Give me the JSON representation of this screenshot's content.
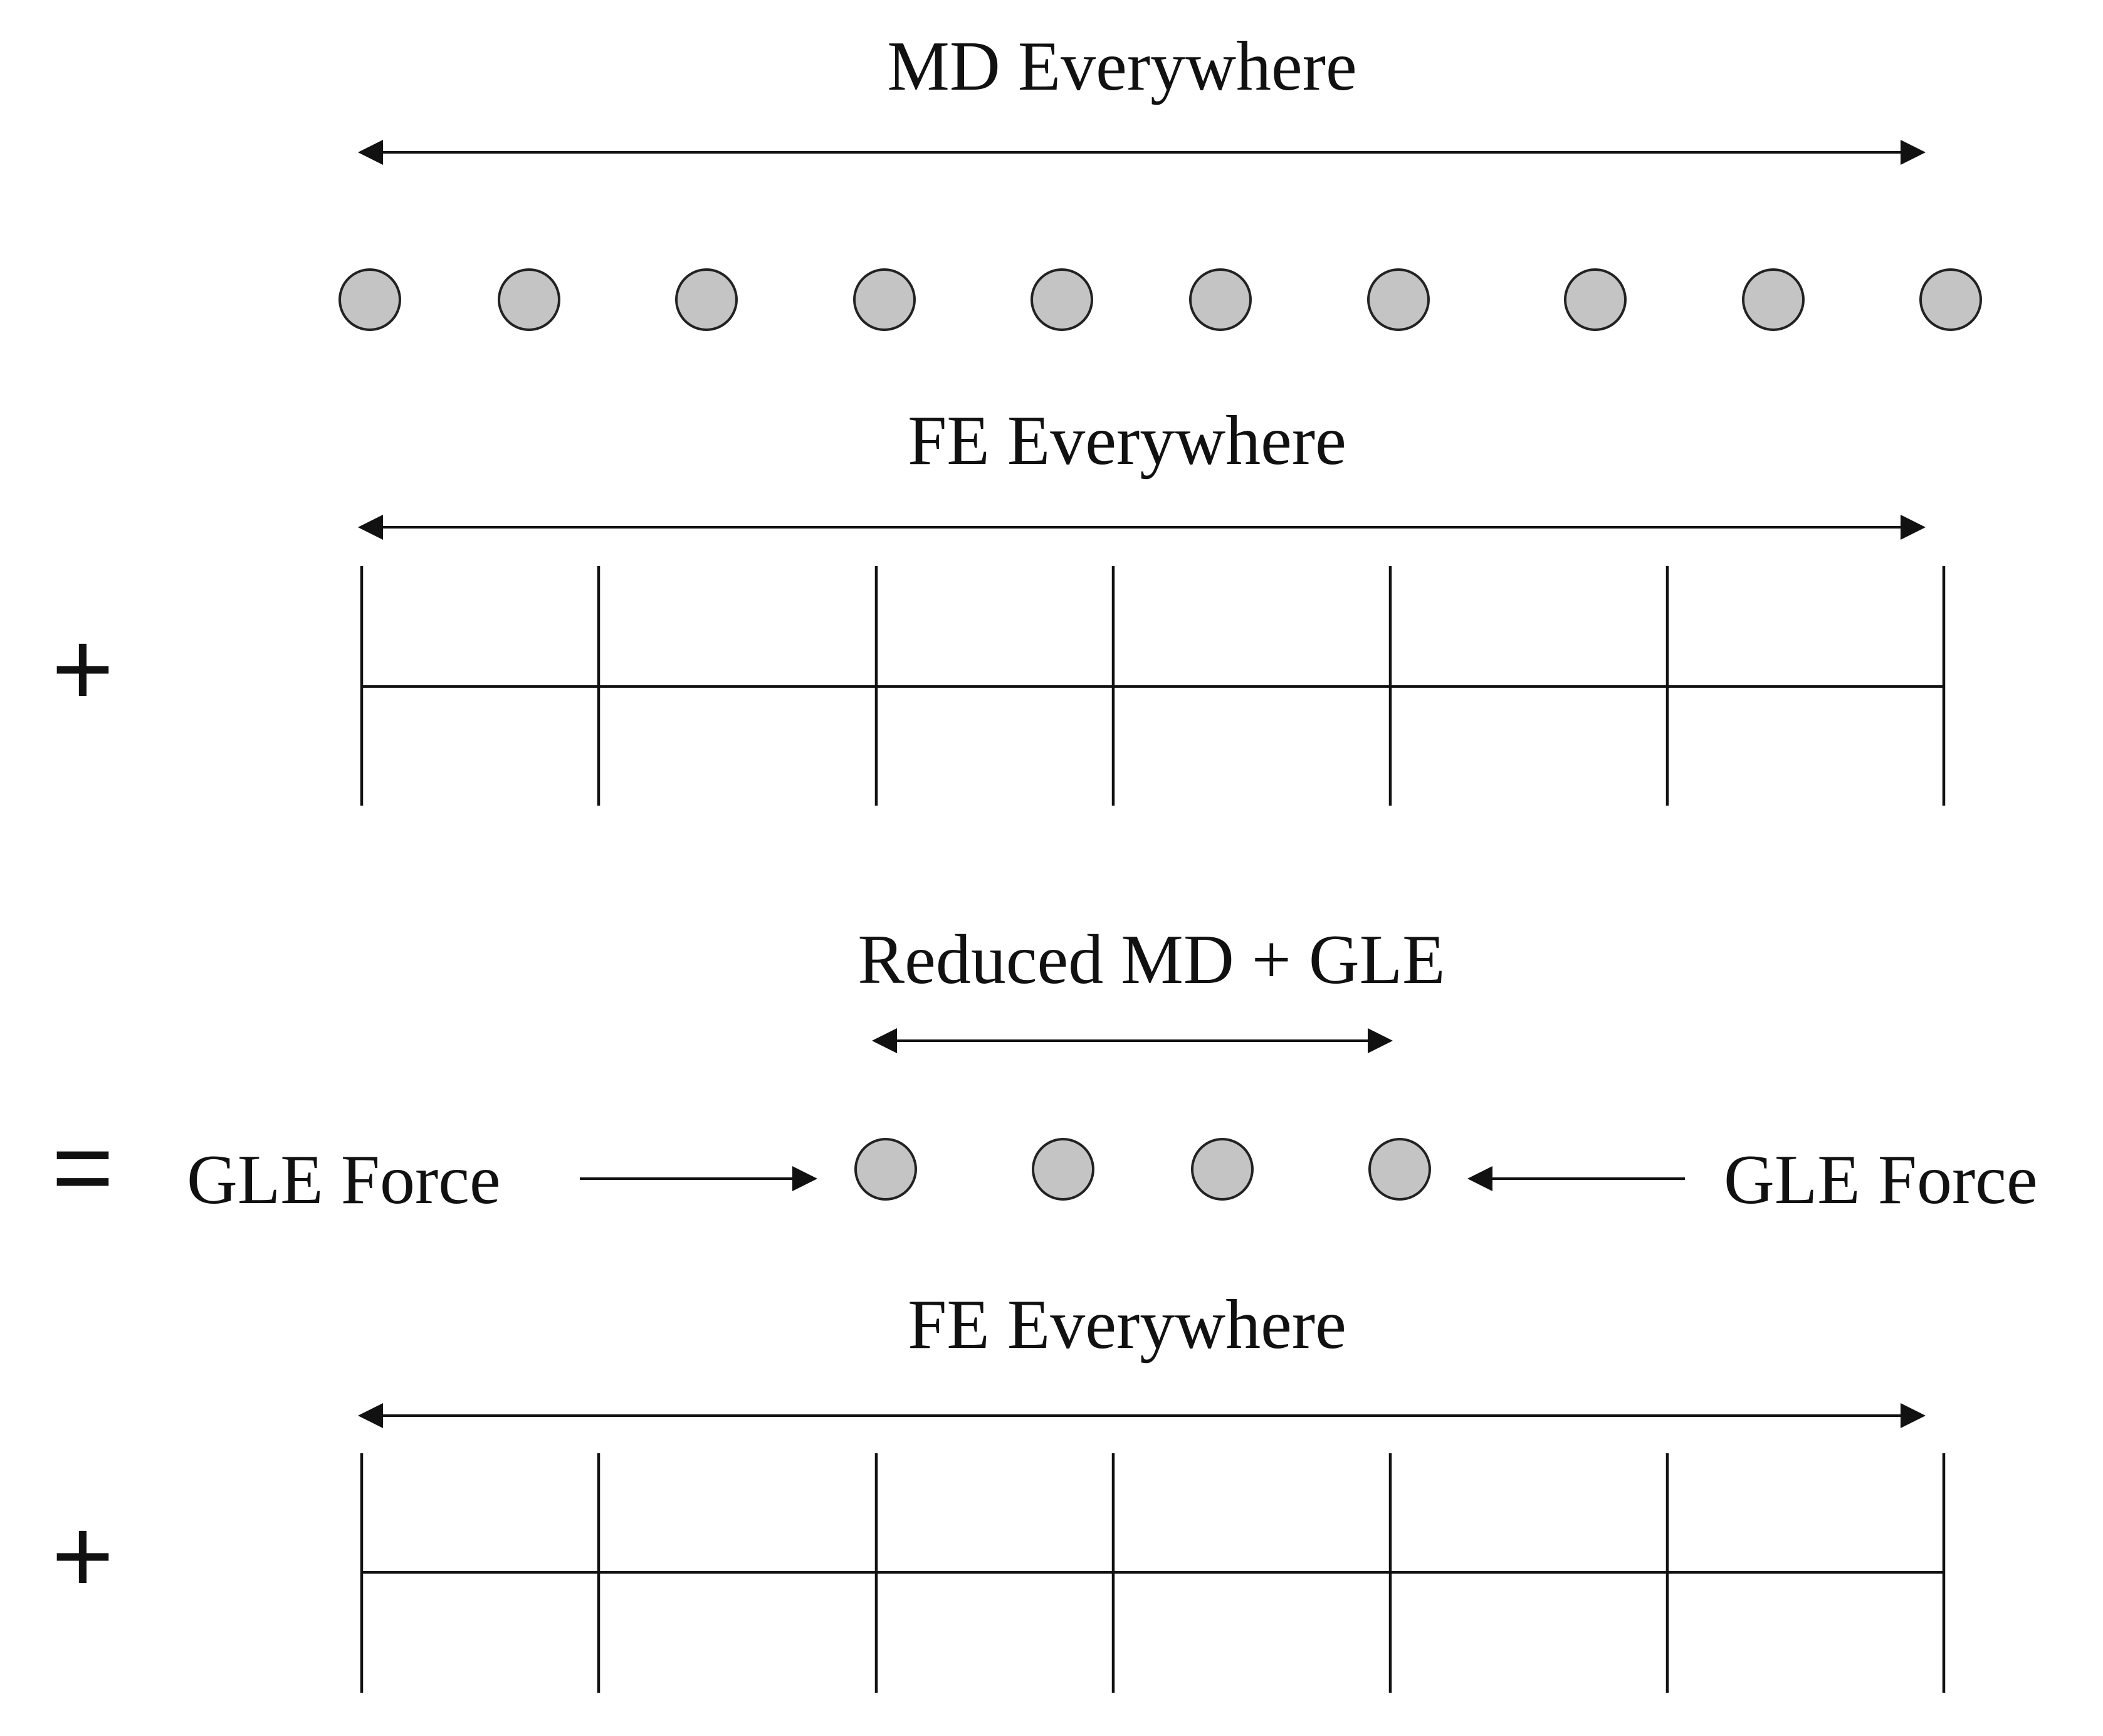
{
  "top": {
    "md_label": "MD Everywhere",
    "fe_label": "FE Everywhere",
    "plus": "+",
    "atom_count": 10,
    "fe_element_count": 6
  },
  "bottom": {
    "reduced_label": "Reduced MD + GLE",
    "equals": "=",
    "left_force_label": "GLE Force",
    "right_force_label": "GLE Force",
    "fe_label": "FE Everywhere",
    "plus": "+",
    "atom_count": 4,
    "fe_element_count": 6
  },
  "colors": {
    "atom_fill": "#c4c4c4",
    "stroke": "#111111"
  }
}
